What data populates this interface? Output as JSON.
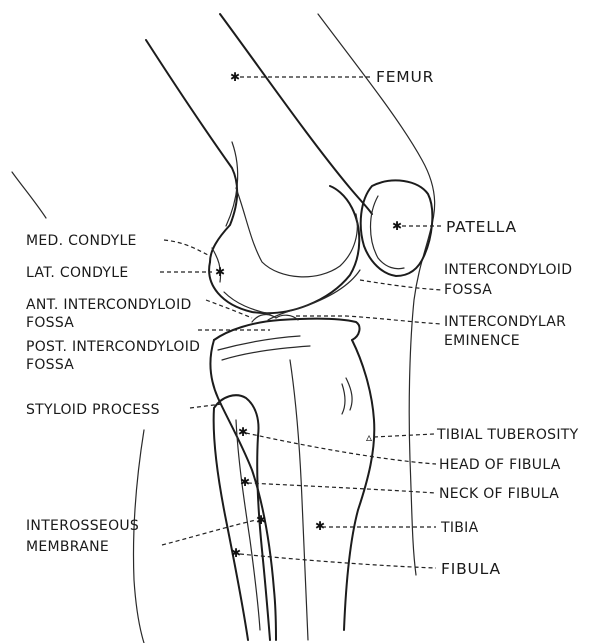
{
  "labels": {
    "femur": "FEMUR",
    "patella": "PATELLA",
    "med_condyle": "MED. CONDYLE",
    "lat_condyle": "LAT. CONDYLE",
    "intercondyloid_fossa_1": "INTERCONDYLOID",
    "intercondyloid_fossa_2": "FOSSA",
    "ant_intercondyloid_fossa_1": "ANT. INTERCONDYLOID",
    "ant_intercondyloid_fossa_2": "FOSSA",
    "intercondylar_eminence_1": "INTERCONDYLAR",
    "intercondylar_eminence_2": "EMINENCE",
    "post_intercondyloid_fossa_1": "POST. INTERCONDYLOID",
    "post_intercondyloid_fossa_2": "FOSSA",
    "styloid_process": "STYLOID PROCESS",
    "tibial_tuberosity": "TIBIAL TUBEROSITY",
    "head_of_fibula": "HEAD OF FIBULA",
    "neck_of_fibula": "NECK OF FIBULA",
    "interosseous_membrane_1": "INTEROSSEOUS",
    "interosseous_membrane_2": "MEMBRANE",
    "tibia": "TIBIA",
    "fibula": "FIBULA"
  }
}
